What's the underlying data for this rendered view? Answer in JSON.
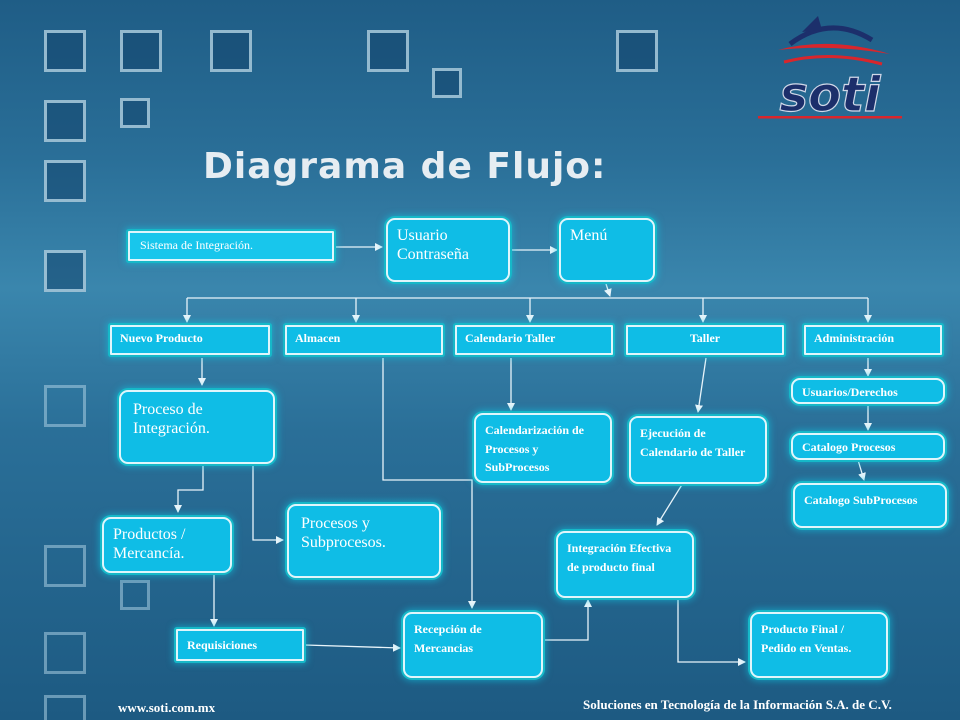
{
  "slide": {
    "title": "Diagrama de Flujo:",
    "logo_text": "soti",
    "footer_left": "www.soti.com.mx",
    "footer_right": "Soluciones en Tecnología de la Información S.A. de C.V."
  },
  "colors": {
    "node_fill": "#0fbde6",
    "node_glow": "#16b8c8",
    "connector": "#e8f4fa",
    "logo_navy": "#1c2f6b",
    "logo_red": "#d8262c"
  },
  "nodes": {
    "sistema": "Sistema de Integración.",
    "usuario": "Usuario Contraseña",
    "menu": "Menú",
    "nuevo_producto": "Nuevo Producto",
    "almacen": "Almacen",
    "calendario_taller": "Calendario Taller",
    "taller": "Taller",
    "administracion": "Administración",
    "proceso_integracion": "Proceso de Integración.",
    "productos_mercancia": "Productos / Mercancía.",
    "procesos_subprocesos": "Procesos y Subprocesos.",
    "requisiciones": "Requisiciones",
    "recepcion_mercancias": "Recepción de Mercancias",
    "calendarizacion": "Calendarización de Procesos y SubProcesos",
    "ejecucion_calendario": "Ejecución de Calendario de Taller",
    "integracion_efectiva": "Integración Efectiva de producto final",
    "producto_final": "Producto Final / Pedido en Ventas.",
    "usuarios_derechos": "Usuarios/Derechos",
    "catalogo_procesos": "Catalogo  Procesos",
    "catalogo_subprocesos": "Catalogo SubProcesos"
  }
}
